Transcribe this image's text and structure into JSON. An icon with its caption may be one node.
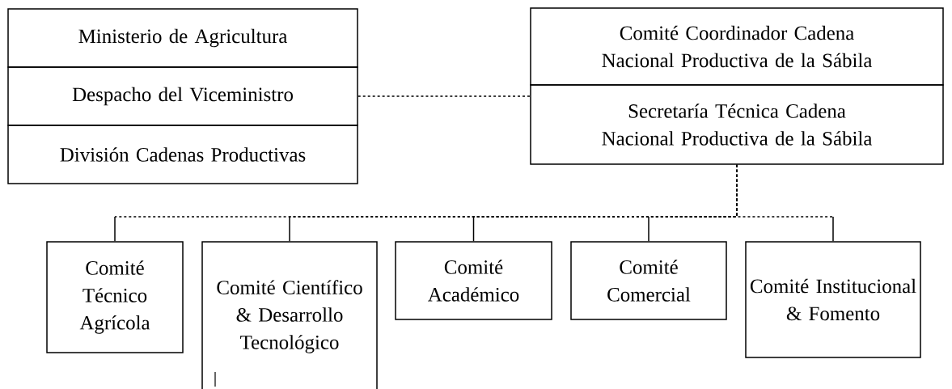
{
  "diagram": {
    "nodes": [
      {
        "text": [
          "Ministerio de Agricultura"
        ]
      },
      {
        "text": [
          "Despacho del Viceministro"
        ]
      },
      {
        "text": [
          "División Cadenas Productivas"
        ]
      },
      {
        "text": [
          "Comité Coordinador Cadena Nacional Productiva de la Sábila"
        ]
      },
      {
        "text": [
          "Secretaría Técnica Cadena Nacional Productiva de la Sábila"
        ]
      },
      {
        "text": [
          "Comité Técnico Agrícola"
        ]
      },
      {
        "text": [
          "Comité Científico & Desarrollo Tecnológico"
        ]
      },
      {
        "text": [
          "Comité Académico"
        ]
      },
      {
        "text": [
          "Comité Comercial"
        ]
      },
      {
        "text": [
          "Comité Institucional & Fomento"
        ]
      }
    ],
    "edges": [
      {
        "from": 1,
        "to": 4,
        "arrow": "none",
        "style": "dashed"
      },
      {
        "from": 4,
        "to": 5,
        "arrow": "none",
        "style": "dashed"
      },
      {
        "from": 4,
        "to": 6,
        "arrow": "none",
        "style": "dashed"
      },
      {
        "from": 4,
        "to": 7,
        "arrow": "none",
        "style": "dashed"
      },
      {
        "from": 4,
        "to": 8,
        "arrow": "none",
        "style": "dashed"
      },
      {
        "from": 4,
        "to": 9,
        "arrow": "none",
        "style": "dashed"
      }
    ]
  }
}
